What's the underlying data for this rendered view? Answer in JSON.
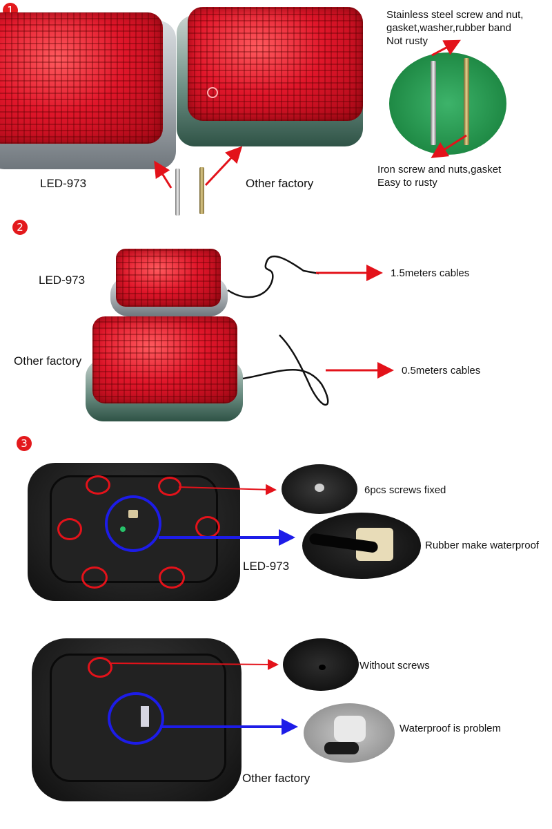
{
  "section1": {
    "badge": "1",
    "left_label": "LED-973",
    "right_label": "Other factory",
    "screw_note_good": [
      "Stainless steel screw and nut,",
      "gasket,washer,rubber band",
      "Not rusty"
    ],
    "screw_note_bad": [
      "Iron screw and nuts,gasket",
      "Easy to rusty"
    ]
  },
  "section2": {
    "badge": "2",
    "top_label": "LED-973",
    "bottom_label": "Other factory",
    "top_cable_note": "1.5meters cables",
    "bottom_cable_note": "0.5meters cables"
  },
  "section3": {
    "badge": "3",
    "top_label": "LED-973",
    "top_screw_note": "6pcs screws fixed",
    "top_waterproof_note": "Rubber make waterproof",
    "bottom_label": "Other factory",
    "bottom_screw_note": "Without screws",
    "bottom_waterproof_note": "Waterproof is problem"
  },
  "colors": {
    "badge_red": "#e3191c",
    "arrow_red": "#e3121a",
    "arrow_blue": "#1d1ce8",
    "lens_red": "#e0162a"
  }
}
